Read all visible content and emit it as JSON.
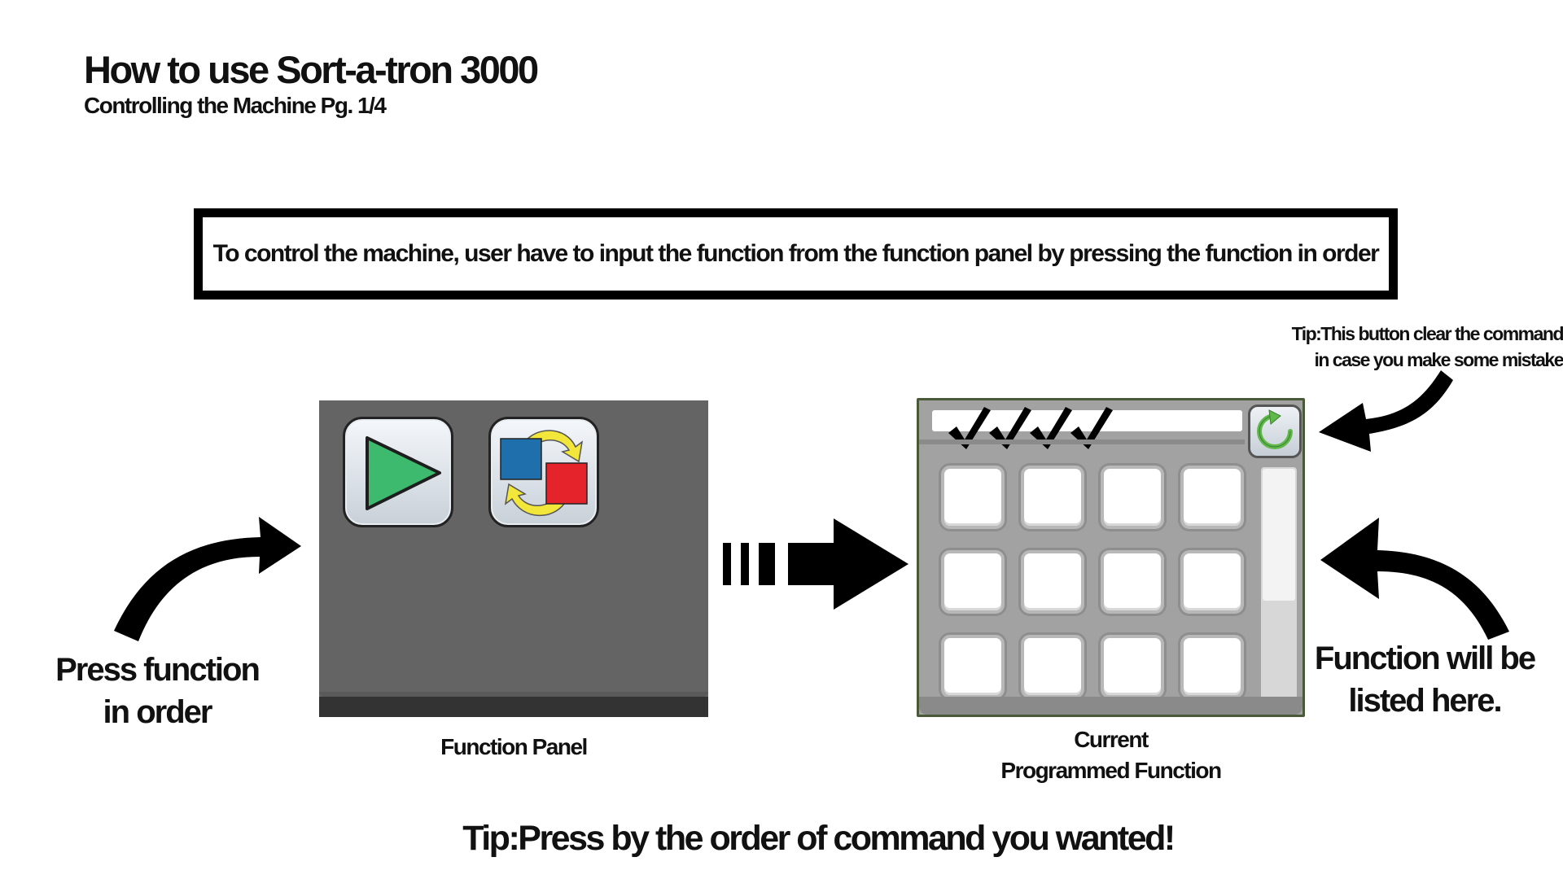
{
  "header": {
    "title": "How to use Sort-a-tron 3000",
    "subtitle": "Controlling the Machine Pg. 1/4"
  },
  "instruction": "To control the machine, user have to input the function from the function panel by pressing the function in order",
  "left_label": {
    "line1": "Press function",
    "line2": "in order"
  },
  "function_panel": {
    "caption": "Function Panel",
    "buttons": [
      {
        "name": "play",
        "icon": "play-icon",
        "color": "#3dba6e"
      },
      {
        "name": "swap",
        "icon": "swap-colors-icon",
        "colors": [
          "#1f6fad",
          "#e5232a",
          "#f3e63a"
        ]
      }
    ]
  },
  "program_panel": {
    "caption_line1": "Current",
    "caption_line2": "Programmed Function",
    "checkmark_count": 4,
    "clear_icon": "refresh-icon",
    "clear_icon_color": "#5fb84a",
    "slot_rows": 3,
    "slot_cols": 4
  },
  "right_tip": {
    "line1": "Tip:This button clear the command",
    "line2": "in case you make some mistake"
  },
  "right_label": {
    "line1": "Function will be",
    "line2": "listed here."
  },
  "bottom_tip": "Tip:Press by the order of command you wanted!"
}
